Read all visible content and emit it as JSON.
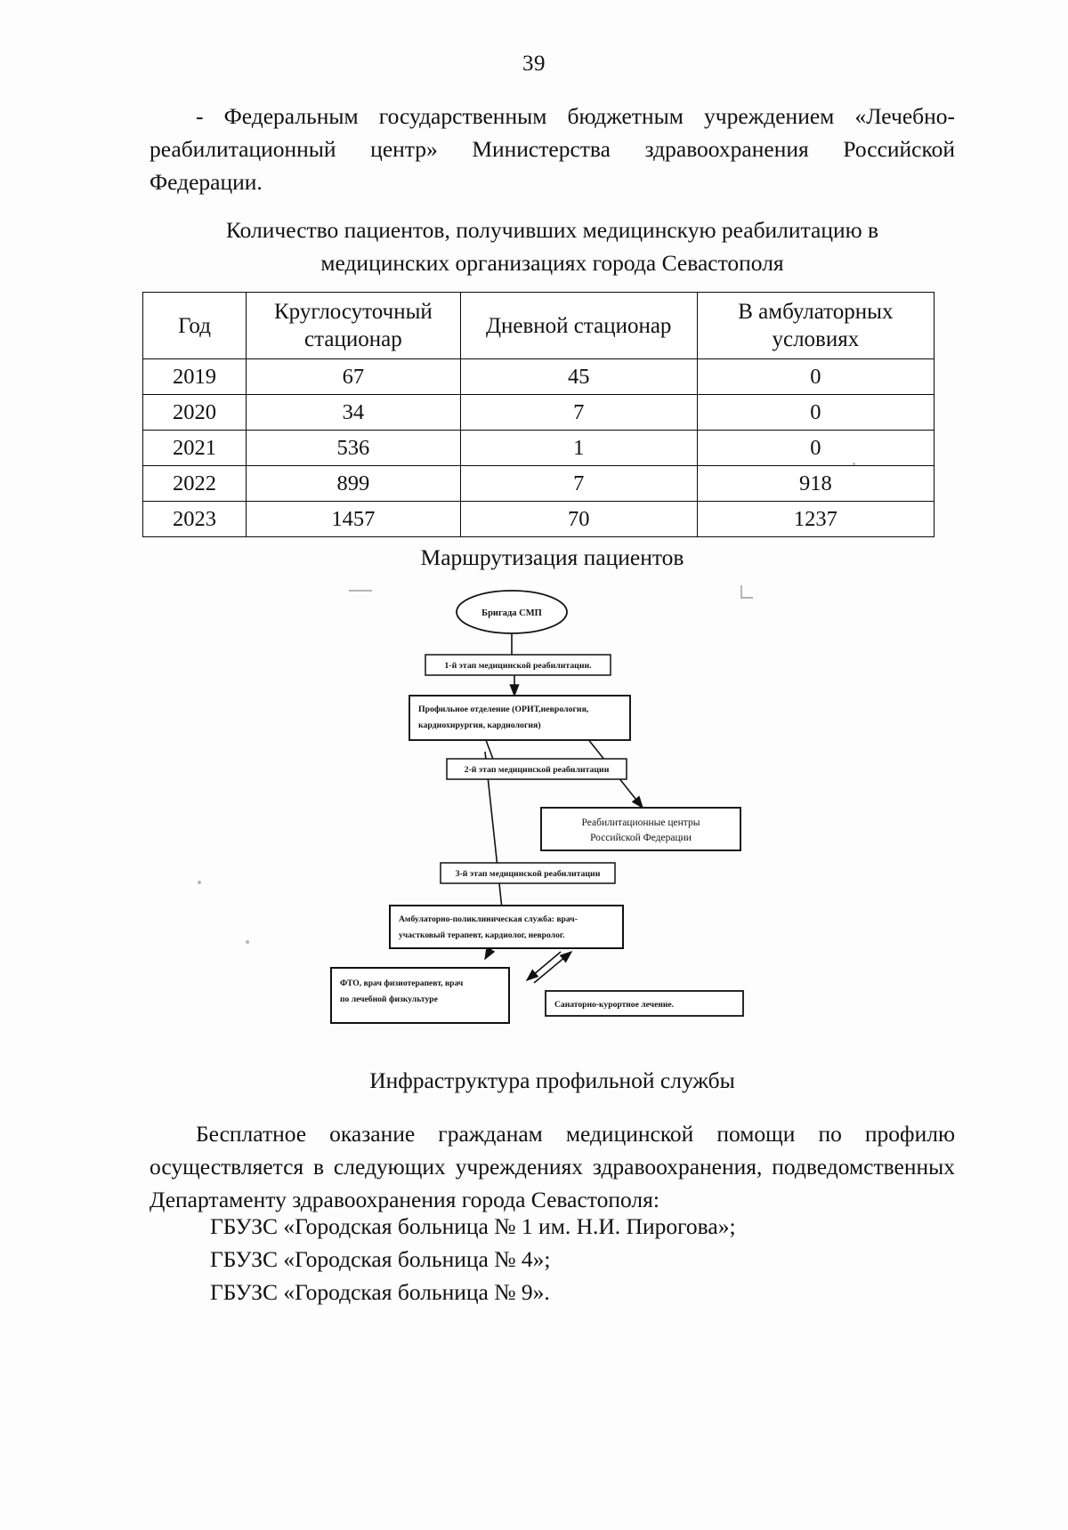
{
  "page": {
    "number": "39"
  },
  "intro": {
    "text": "- Федеральным государственным бюджетным учреждением «Лечебно-реабилитационный центр» Министерства здравоохранения Российской Федерации."
  },
  "table_section": {
    "caption_line1": "Количество пациентов, получивших медицинскую реабилитацию в",
    "caption_line2": "медицинских организациях города Севастополя",
    "headers": {
      "year": "Год",
      "round_the_clock_line1": "Круглосуточный",
      "round_the_clock_line2": "стационар",
      "day_hospital": "Дневной стационар",
      "outpatient_line1": "В амбулаторных",
      "outpatient_line2": "условиях"
    },
    "rows": [
      {
        "year": "2019",
        "round_the_clock": "67",
        "day_hospital": "45",
        "outpatient": "0"
      },
      {
        "year": "2020",
        "round_the_clock": "34",
        "day_hospital": "7",
        "outpatient": "0"
      },
      {
        "year": "2021",
        "round_the_clock": "536",
        "day_hospital": "1",
        "outpatient": "0"
      },
      {
        "year": "2022",
        "round_the_clock": "899",
        "day_hospital": "7",
        "outpatient": "918"
      },
      {
        "year": "2023",
        "round_the_clock": "1457",
        "day_hospital": "70",
        "outpatient": "1237"
      }
    ]
  },
  "diagram": {
    "caption": "Маршрутизация пациентов",
    "nodes": {
      "brigade": "Бригада СМП",
      "stage1": "1-й этап медицинской реабилитации.",
      "profile_dept_line1": "Профильное отделение (ОРИТ,неврология,",
      "profile_dept_line2": "кардиохирургия, кардиология)",
      "stage2": "2-й этап медицинской реабилитации",
      "rehab_centers_line1": "Реабилитационные центры",
      "rehab_centers_line2": "Российской Федерации",
      "stage3": "3-й этап медицинской реабилитации",
      "outpatient_service_line1": "Амбулаторно-поликлиническая служба: врач-",
      "outpatient_service_line2": "участковый терапевт, кардиолог, невролог.",
      "fto_line1": "ФТО, врач физиотерапевт, врач",
      "fto_line2": "по лечебной физкультуре",
      "sanatorium": "Санаторно-курортное лечение."
    }
  },
  "infrastructure": {
    "caption": "Инфраструктура профильной службы",
    "paragraph": "Бесплатное оказание гражданам медицинской помощи по профилю осуществляется в следующих учреждениях здравоохранения, подведомственных Департаменту здравоохранения города Севастополя:",
    "facilities": [
      "ГБУЗС «Городская больница № 1 им. Н.И. Пирогова»;",
      "ГБУЗС «Городская больница № 4»;",
      "ГБУЗС «Городская больница № 9»."
    ]
  }
}
